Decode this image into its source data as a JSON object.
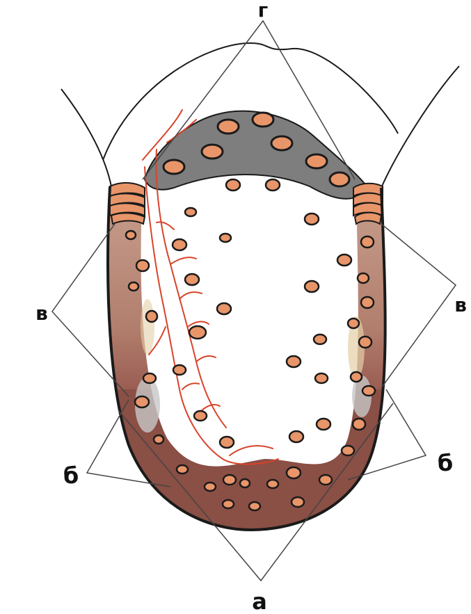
{
  "labels": {
    "top": "г",
    "left_upper": "в",
    "right_upper": "в",
    "left_lower": "б",
    "right_lower": "б",
    "bottom": "а"
  },
  "colors": {
    "outline": "#1a1a1a",
    "leader_line": "#444444",
    "basal_zone": "#8a4f45",
    "middle_zone": "#b98a78",
    "cap_zone": "#7e7e7e",
    "nucleus_fill": "#e8956a",
    "vessel": "#d8432a",
    "interior": "#ffffff"
  }
}
